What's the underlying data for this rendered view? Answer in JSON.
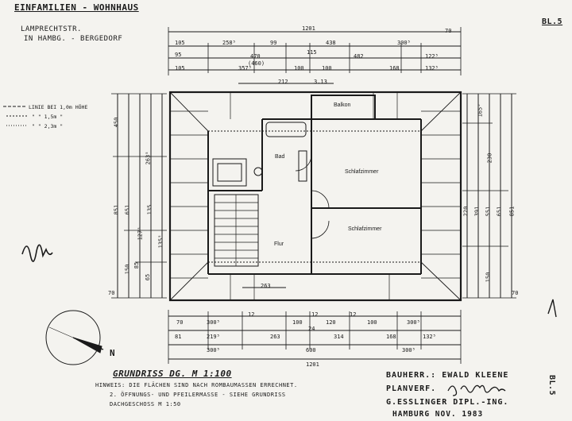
{
  "title_block": {
    "title": "EINFAMILIEN - WOHNHAUS",
    "sheet": "BL.5",
    "address_1": "LAMPRECHTSTR.",
    "address_2": "IN HAMBG. - BERGEDORF"
  },
  "legend": {
    "line_1": "LINIE BEI 1,0m HÖHE",
    "line_2": "\"     \"   1,5m  \"",
    "line_3": "\"     \"   2,3m  \""
  },
  "rooms": {
    "balkon": "Balkon",
    "bad": "Bad",
    "schlaf_1": "Schlafzimmer",
    "schlaf_2": "Schlafzimmer",
    "flur": "Flur"
  },
  "dimensions": {
    "top_total": "1201",
    "top_row1": [
      "105",
      "258⁵",
      "99",
      "438",
      "300⁵"
    ],
    "top_row2": [
      "95",
      "470",
      "(460)",
      "115",
      "482",
      "122⁵"
    ],
    "top_row3": [
      "105",
      "357⁵",
      "100",
      "100",
      "168",
      "132⁵"
    ],
    "inner_top": [
      "212",
      "3.13"
    ],
    "bottom_row1": [
      "300⁵",
      "12",
      "100",
      "12",
      "120",
      "12",
      "100",
      "300⁵"
    ],
    "bottom_row2": [
      "81",
      "219⁵",
      "263",
      "24",
      "314",
      "168",
      "132⁵"
    ],
    "bottom_row3": [
      "300⁵",
      "600",
      "300⁵"
    ],
    "bottom_total": "1201",
    "inner_bottom": "263",
    "left_dims": [
      "450",
      "851",
      "651",
      "150",
      "263⁵",
      "85",
      "127⁵",
      "135",
      "65",
      "135⁵"
    ],
    "right_dims": [
      "165⁵",
      "230",
      "220",
      "391",
      "551",
      "651",
      "851",
      "150"
    ],
    "margin_dims": [
      "70",
      "70",
      "70",
      "70"
    ]
  },
  "notes": {
    "title": "GRUNDRISS DG.  M 1:100",
    "line_1": "HINWEIS: DIE FLÄCHEN SIND NACH ROMBAUMASSEN ERRECHNET.",
    "line_2": "2. ÖFFNUNGS- UND PFEILERMASSE - SIEHE GRUNDRISS",
    "line_3": "DACHGESCHOSS  M 1:50"
  },
  "owner": {
    "bauherr": "BAUHERR.: EWALD KLEENE",
    "planverf": "PLANVERF.",
    "architect": "G.ESSLINGER  DIPL.-ING.",
    "place_date": "HAMBURG   NOV. 1983"
  },
  "north": "N"
}
